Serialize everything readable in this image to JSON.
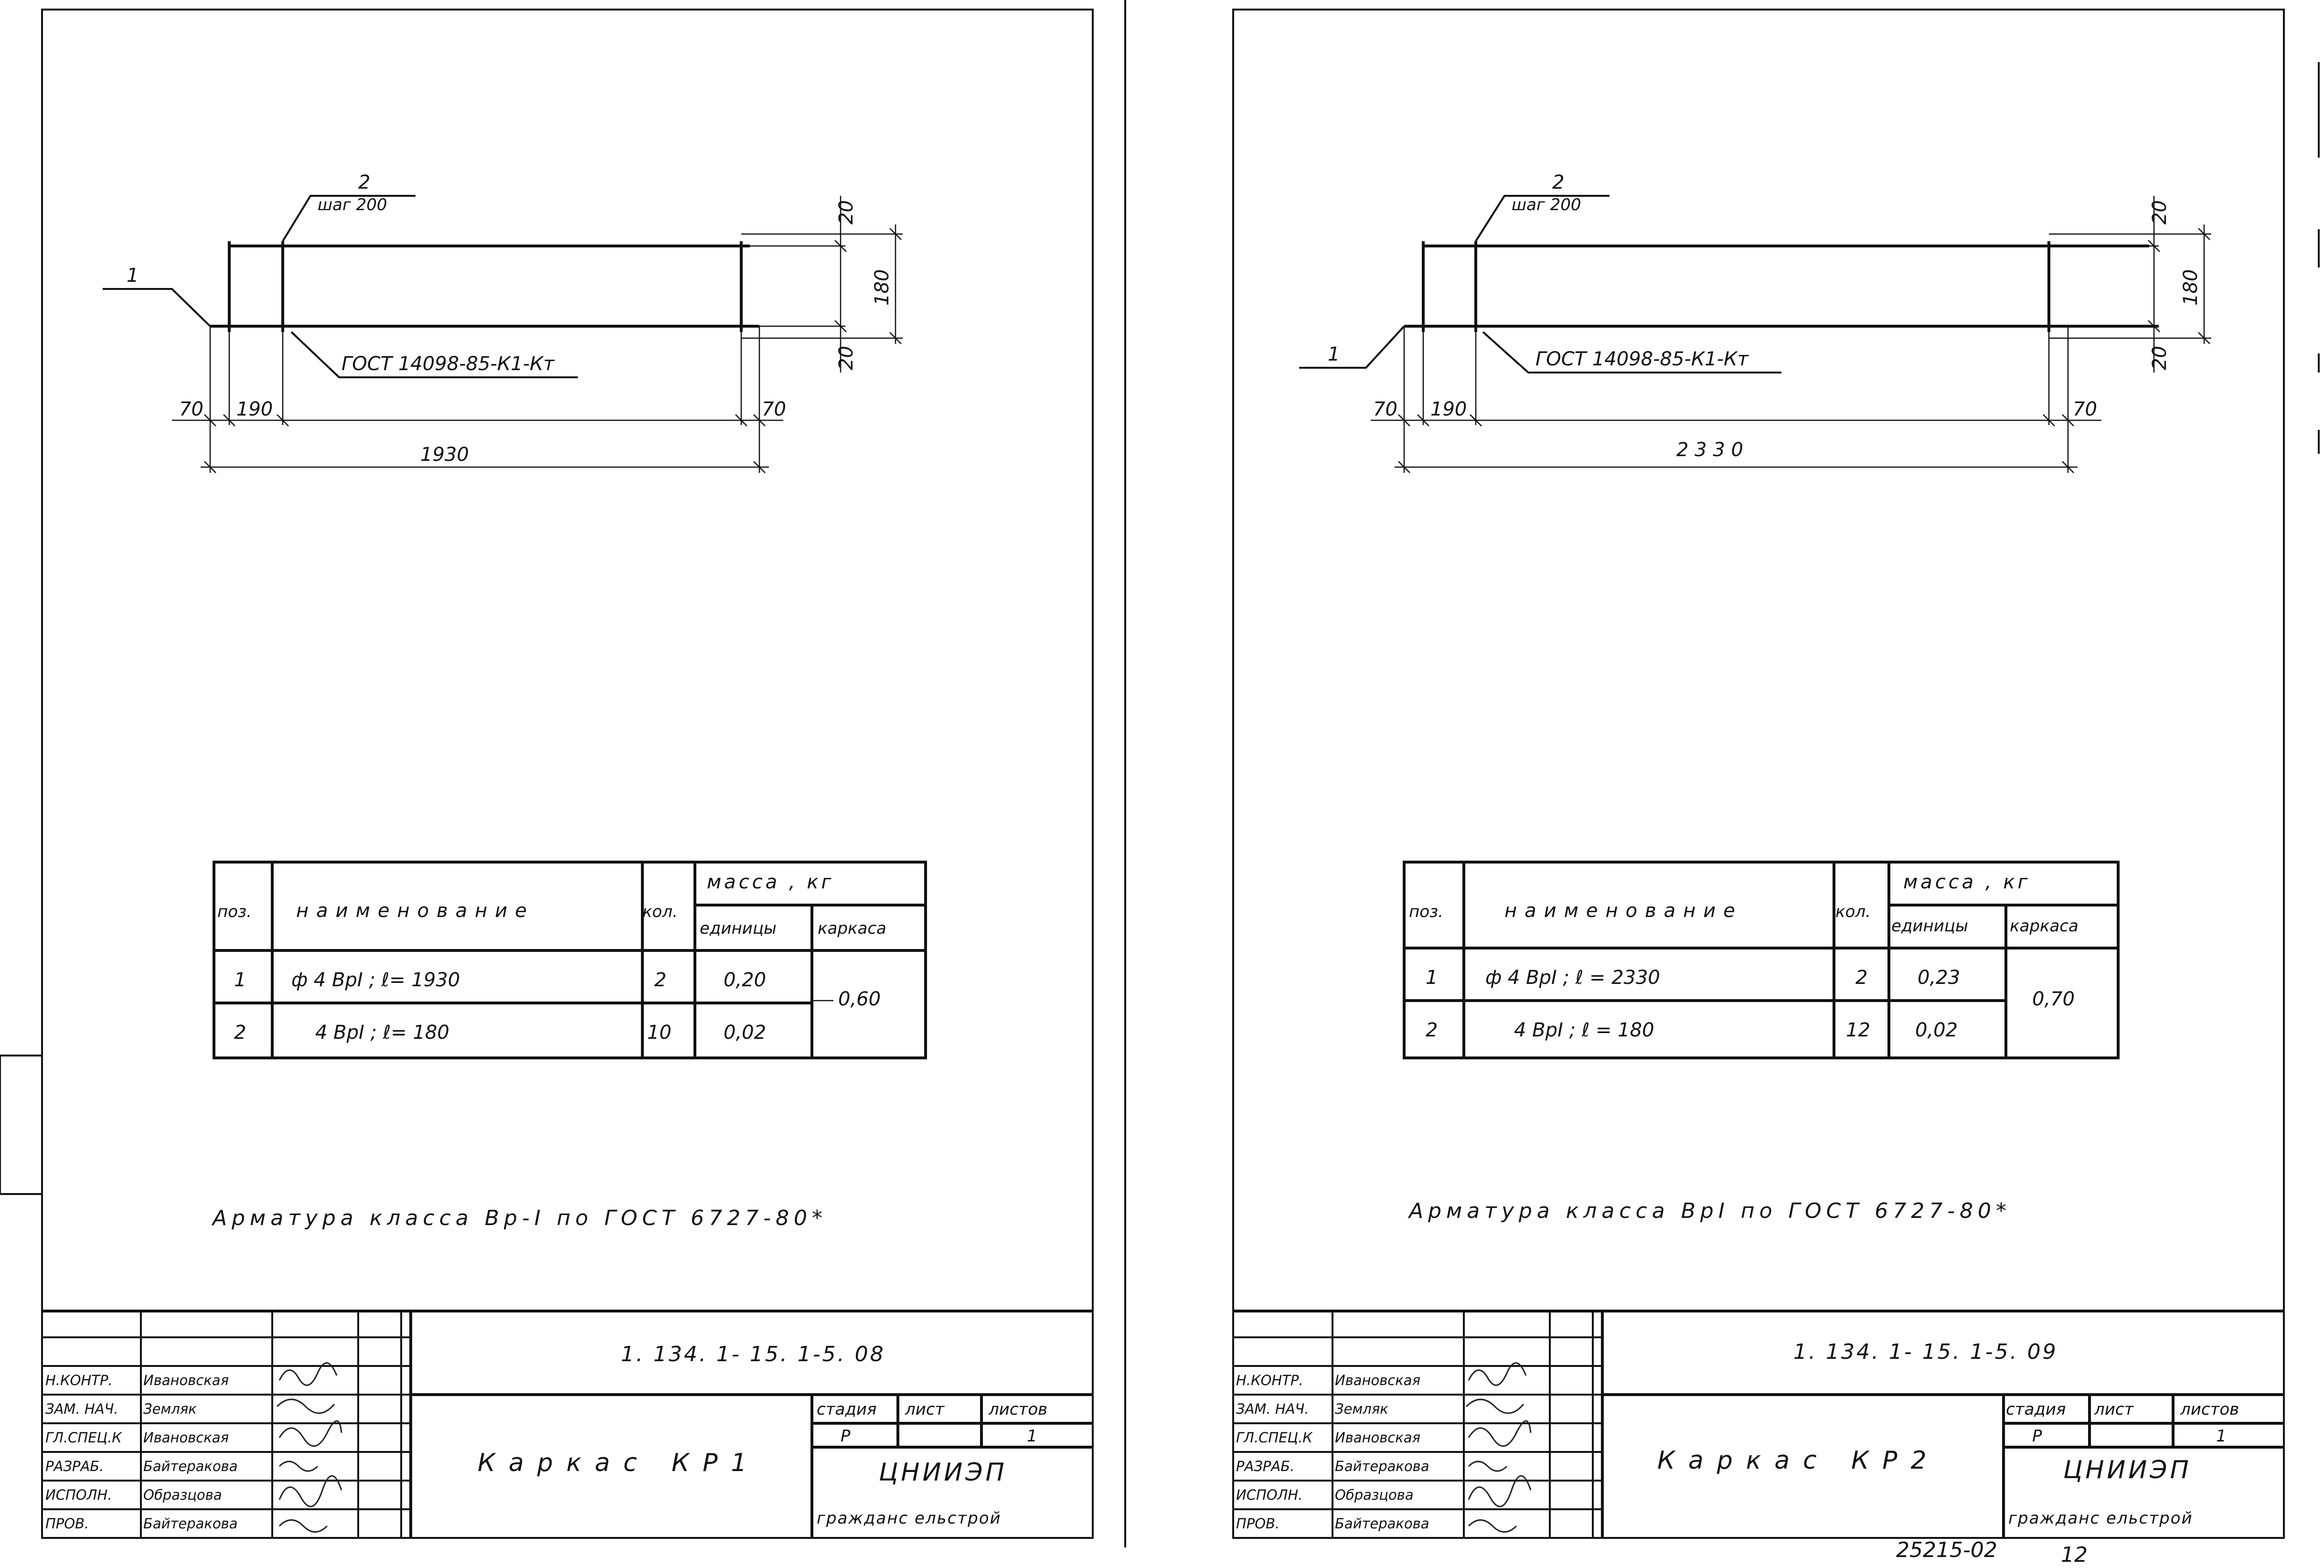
{
  "sheets": [
    {
      "drawing": {
        "pos_bar": "1",
        "pos_stirrup": "2",
        "step_label": "шаг 200",
        "gost_mark": "ГОСТ 14098-85-К1-Кт",
        "dims": {
          "offset_left": "70",
          "first_step": "190",
          "total_length": "1930",
          "offset_right": "70",
          "top_cover": "20",
          "height": "180",
          "bottom_cover": "20"
        }
      },
      "spec": {
        "h_pos": "поз.",
        "h_name": "наименование",
        "h_qty": "кол.",
        "h_mass": "масса , кг",
        "h_unit": "единицы",
        "h_frame": "каркаса",
        "rows": [
          {
            "pos": "1",
            "name": "ф 4 ВрI ; ℓ= 1930",
            "qty": "2",
            "unit": "0,20"
          },
          {
            "pos": "2",
            "name": "4 ВрI ; ℓ= 180",
            "qty": "10",
            "unit": "0,02"
          }
        ],
        "frame_mass": "0,60"
      },
      "note": "Арматура класса Вр-I по ГОСТ 6727-80*",
      "title_block": {
        "code": "1. 134. 1- 15. 1-5. 08",
        "roles": [
          "Н.КОНТР.",
          "ЗАМ. НАЧ.",
          "ГЛ.СПЕЦ.К",
          "РАЗРАБ.",
          "ИСПОЛН.",
          "ПРОВ."
        ],
        "names": [
          "Ивановская",
          "Земляк",
          "Ивановская",
          "Байтеракова",
          "Образцова",
          "Байтеракова"
        ],
        "title": "Каркас КР1",
        "h_stage": "стадия",
        "h_sheet": "лист",
        "h_sheets": "листов",
        "stage": "Р",
        "sheets": "1",
        "org": "ЦНИИЭП",
        "org_sub": "гражданс ельстрой"
      }
    },
    {
      "drawing": {
        "pos_bar": "1",
        "pos_stirrup": "2",
        "step_label": "шаг 200",
        "gost_mark": "ГОСТ 14098-85-К1-Кт",
        "dims": {
          "offset_left": "70",
          "first_step": "190",
          "total_length": "2 3 3 0",
          "offset_right": "70",
          "top_cover": "20",
          "height": "180",
          "bottom_cover": "20"
        }
      },
      "spec": {
        "h_pos": "поз.",
        "h_name": "наименование",
        "h_qty": "кол.",
        "h_mass": "масса , кг",
        "h_unit": "единицы",
        "h_frame": "каркаса",
        "rows": [
          {
            "pos": "1",
            "name": "ф 4 ВрI ; ℓ = 2330",
            "qty": "2",
            "unit": "0,23"
          },
          {
            "pos": "2",
            "name": "4 ВрI ; ℓ = 180",
            "qty": "12",
            "unit": "0,02"
          }
        ],
        "frame_mass": "0,70"
      },
      "note": "Арматура класса ВрI по ГОСТ 6727-80*",
      "title_block": {
        "code": "1. 134. 1- 15. 1-5. 09",
        "roles": [
          "Н.КОНТР.",
          "ЗАМ. НАЧ.",
          "ГЛ.СПЕЦ.К",
          "РАЗРАБ.",
          "ИСПОЛН.",
          "ПРОВ."
        ],
        "names": [
          "Ивановская",
          "Земляк",
          "Ивановская",
          "Байтеракова",
          "Образцова",
          "Байтеракова"
        ],
        "title": "Каркас КР2",
        "h_stage": "стадия",
        "h_sheet": "лист",
        "h_sheets": "листов",
        "stage": "Р",
        "sheets": "1",
        "org": "ЦНИИЭП",
        "org_sub": "гражданс ельстрой"
      },
      "stamp": "25215-02",
      "page_no": "12"
    }
  ]
}
